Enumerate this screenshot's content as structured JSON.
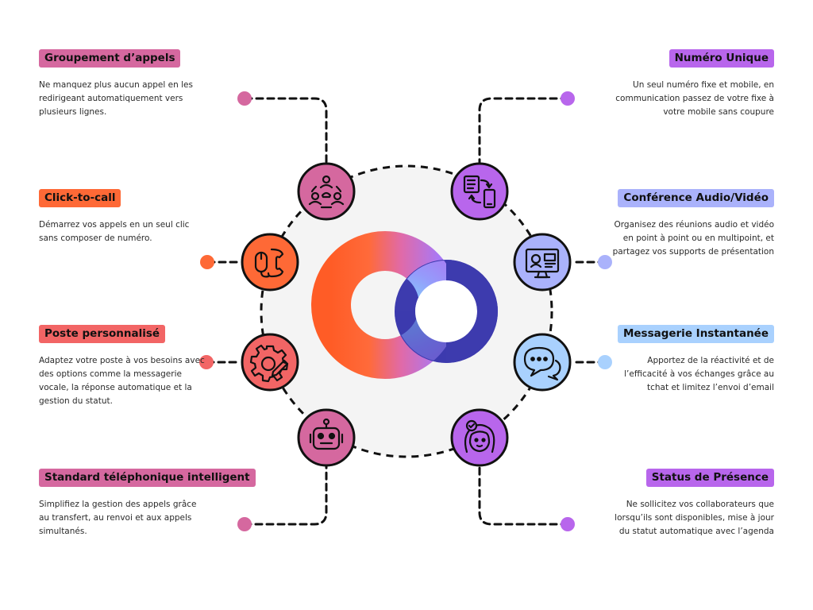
{
  "colors": {
    "pink": "#d5689f",
    "orange": "#fe6936",
    "coral": "#f26565",
    "violet": "#b866ec",
    "periwinkle": "#aab2fb",
    "skyblue": "#a9d1fe",
    "center_ring": "#f4f4f4",
    "logo_orange": "#ff5c26",
    "logo_purple": "#b277f4",
    "logo_indigo": "#3d3bae",
    "logo_cyan": "#83e3ff"
  },
  "features_left": [
    {
      "title": "Groupement d’appels",
      "description": "Ne manquez plus aucun appel en les redirigeant automatiquement vers plusieurs lignes.",
      "color": "#d5689f",
      "icon": "group-call-icon"
    },
    {
      "title": "Click-to-call",
      "description": "Démarrez vos appels en un seul clic sans composer de numéro.",
      "color": "#fe6936",
      "icon": "phone-mouse-icon"
    },
    {
      "title": "Poste personnalisé",
      "description": "Adaptez votre poste à vos besoins avec des options comme la messagerie vocale, la réponse automatique et la gestion du statut.",
      "color": "#f26565",
      "icon": "gear-pencil-icon"
    },
    {
      "title": "Standard téléphonique intelligent",
      "description": "Simplifiez la gestion des appels grâce au transfert, au renvoi et aux appels simultanés.",
      "color": "#d5689f",
      "icon": "robot-icon"
    }
  ],
  "features_right": [
    {
      "title": "Numéro Unique",
      "description": "Un seul numéro fixe et mobile, en communication passez de votre fixe à votre mobile sans coupure",
      "color": "#b866ec",
      "icon": "devices-transfer-icon"
    },
    {
      "title": "Conférence Audio/Vidéo",
      "description": "Organisez des réunions audio et vidéo en point à point ou en multipoint, et partagez vos supports de présentation",
      "color": "#aab2fb",
      "icon": "video-conference-icon"
    },
    {
      "title": "Messagerie Instantanée",
      "description": "Apportez de  la réactivité et de l’efficacité à vos échanges grâce au tchat et limitez l’envoi d’email",
      "color": "#a9d1fe",
      "icon": "chat-bubbles-icon"
    },
    {
      "title": "Status de Présence",
      "description": "Ne sollicitez vos collaborateurs que lorsqu’ils sont disponibles, mise à jour du statut automatique avec l’agenda",
      "color": "#b866ec",
      "icon": "person-status-icon"
    }
  ]
}
